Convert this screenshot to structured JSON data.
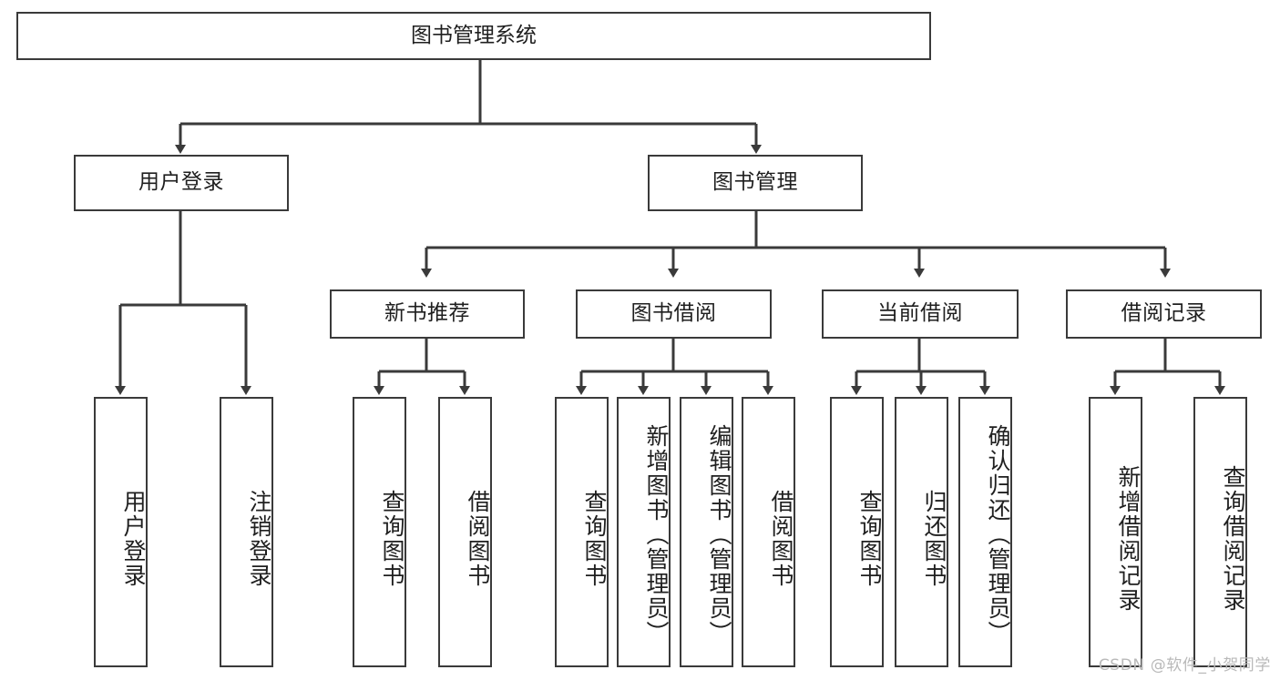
{
  "diagram": {
    "type": "tree",
    "title": "图书管理系统",
    "watermark": "CSDN @软件_小贺同学",
    "colors": {
      "stroke": "#3a3a3a",
      "fill": "#ffffff",
      "text": "#1f1f1f",
      "watermark": "#b9b9b9"
    },
    "nodes": {
      "root": {
        "label": "图书管理系统"
      },
      "level2": [
        {
          "id": "user-login",
          "label": "用户登录"
        },
        {
          "id": "book-manage",
          "label": "图书管理"
        }
      ],
      "level3": [
        {
          "id": "new-book-recommend",
          "label": "新书推荐"
        },
        {
          "id": "book-borrow",
          "label": "图书借阅"
        },
        {
          "id": "current-borrow",
          "label": "当前借阅"
        },
        {
          "id": "borrow-record",
          "label": "借阅记录"
        }
      ],
      "leaves": [
        {
          "id": "leaf-user-login",
          "label": "用户登录",
          "parent": "user-login"
        },
        {
          "id": "leaf-logout",
          "label": "注销登录",
          "parent": "user-login"
        },
        {
          "id": "leaf-query-book-1",
          "label": "查询图书",
          "parent": "new-book-recommend"
        },
        {
          "id": "leaf-borrow-book-1",
          "label": "借阅图书",
          "parent": "new-book-recommend"
        },
        {
          "id": "leaf-query-book-2",
          "label": "查询图书",
          "parent": "book-borrow"
        },
        {
          "id": "leaf-add-book",
          "label": "新增图书（管理员）",
          "parent": "book-borrow"
        },
        {
          "id": "leaf-edit-book",
          "label": "编辑图书（管理员）",
          "parent": "book-borrow"
        },
        {
          "id": "leaf-borrow-book-2",
          "label": "借阅图书",
          "parent": "book-borrow"
        },
        {
          "id": "leaf-query-book-3",
          "label": "查询图书",
          "parent": "current-borrow"
        },
        {
          "id": "leaf-return-book",
          "label": "归还图书",
          "parent": "current-borrow"
        },
        {
          "id": "leaf-confirm-return",
          "label": "确认归还（管理员）",
          "parent": "current-borrow"
        },
        {
          "id": "leaf-add-record",
          "label": "新增借阅记录",
          "parent": "borrow-record"
        },
        {
          "id": "leaf-query-record",
          "label": "查询借阅记录",
          "parent": "borrow-record"
        }
      ]
    }
  }
}
